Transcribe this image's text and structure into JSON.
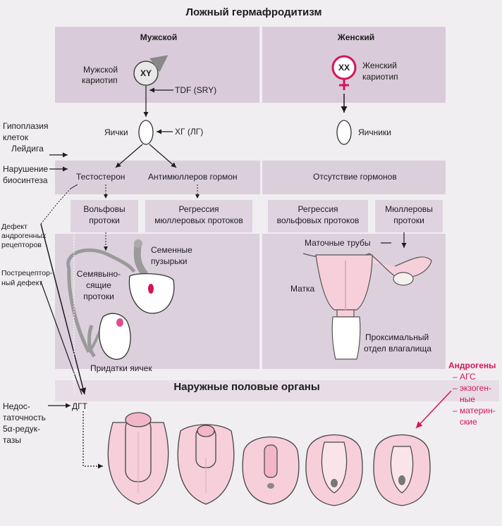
{
  "title": "Ложный гермафродитизм",
  "male": {
    "header": "Мужской",
    "karyotype_label": [
      "Мужской",
      "кариотип"
    ],
    "karyotype_symbol": "XY",
    "tdf": "TDF (SRY)",
    "testes": "Яички",
    "hcg": "ХГ (ЛГ)",
    "testosterone": "Тестостерон",
    "amh": "Антимюллеров гормон",
    "wolffian": [
      "Вольфовы",
      "протоки"
    ],
    "mullerian_regression": [
      "Регрессия",
      "мюллеровых протоков"
    ],
    "seminal_vesicles": [
      "Семенные",
      "пузырьки"
    ],
    "vas_deferens": [
      "Семявыно-",
      "сящие",
      "протоки"
    ],
    "epididymis": "Придатки яичек"
  },
  "female": {
    "header": "Женский",
    "karyotype_symbol": "XX",
    "karyotype_label": [
      "Женский",
      "кариотип"
    ],
    "ovaries": "Яичники",
    "no_hormones": "Отсутствие гормонов",
    "wolffian_regression": [
      "Регрессия",
      "вольфовых протоков"
    ],
    "mullerian": [
      "Мюллеровы",
      "протоки"
    ],
    "tubes": "Маточные трубы",
    "uterus": "Матка",
    "vagina": [
      "Проксимальный",
      "отдел влагалища"
    ]
  },
  "defects": {
    "leydig": [
      "Гипоплазия",
      "клеток",
      "Лейдига"
    ],
    "biosynthesis": [
      "Нарушение",
      "биосинтеза"
    ],
    "receptor": [
      "Дефект",
      "андрогенных",
      "рецепторов"
    ],
    "postreceptor": [
      "Пострецептор-",
      "ный дефект"
    ],
    "reductase": [
      "Недос-",
      "таточность",
      "5α-редук-",
      "тазы"
    ]
  },
  "external": {
    "header": "Наружные половые органы",
    "dht": "ДГТ"
  },
  "androgens": {
    "title": "Андрогены",
    "items": [
      "– АГС",
      "– экзоген-",
      "ные",
      "– материн-",
      "ские"
    ]
  },
  "colors": {
    "band": "#dccfdc",
    "box": "#e6dbe6",
    "accent": "#d4145a",
    "skin": "#f6cfda"
  }
}
